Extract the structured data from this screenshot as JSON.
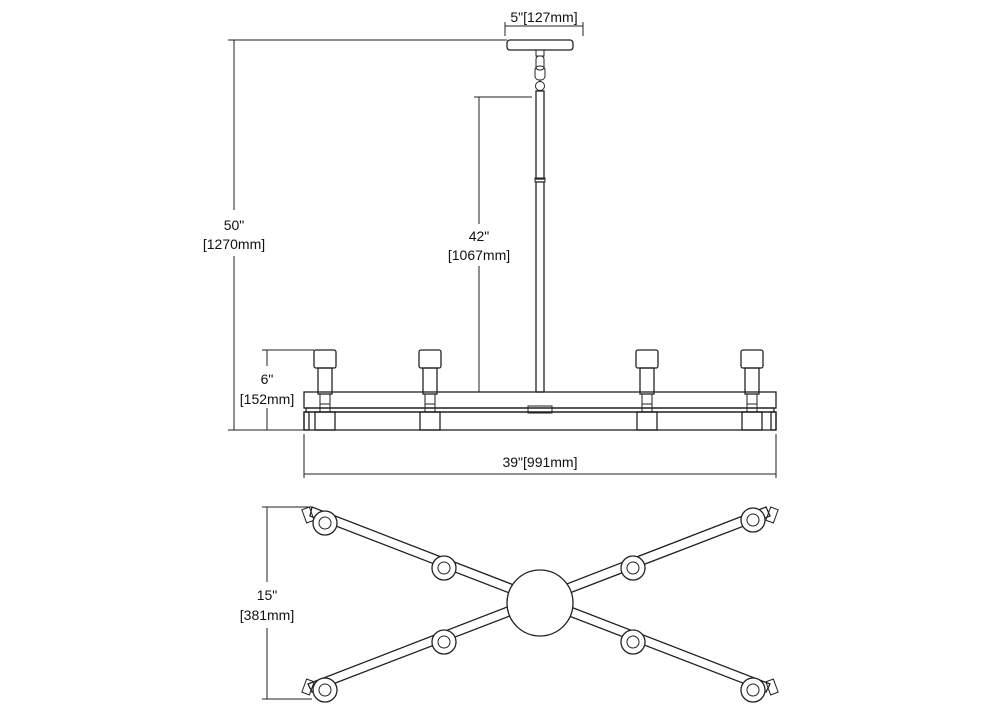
{
  "dimensions": {
    "canopy_width": "5\"[127mm]",
    "overall_height_in": "50\"",
    "overall_height_mm": "[1270mm]",
    "rod_length_in": "42\"",
    "rod_length_mm": "[1067mm]",
    "fixture_height_in": "6\"",
    "fixture_height_mm": "[152mm]",
    "fixture_width": "39\"[991mm]",
    "fixture_depth_in": "15\"",
    "fixture_depth_mm": "[381mm]"
  }
}
